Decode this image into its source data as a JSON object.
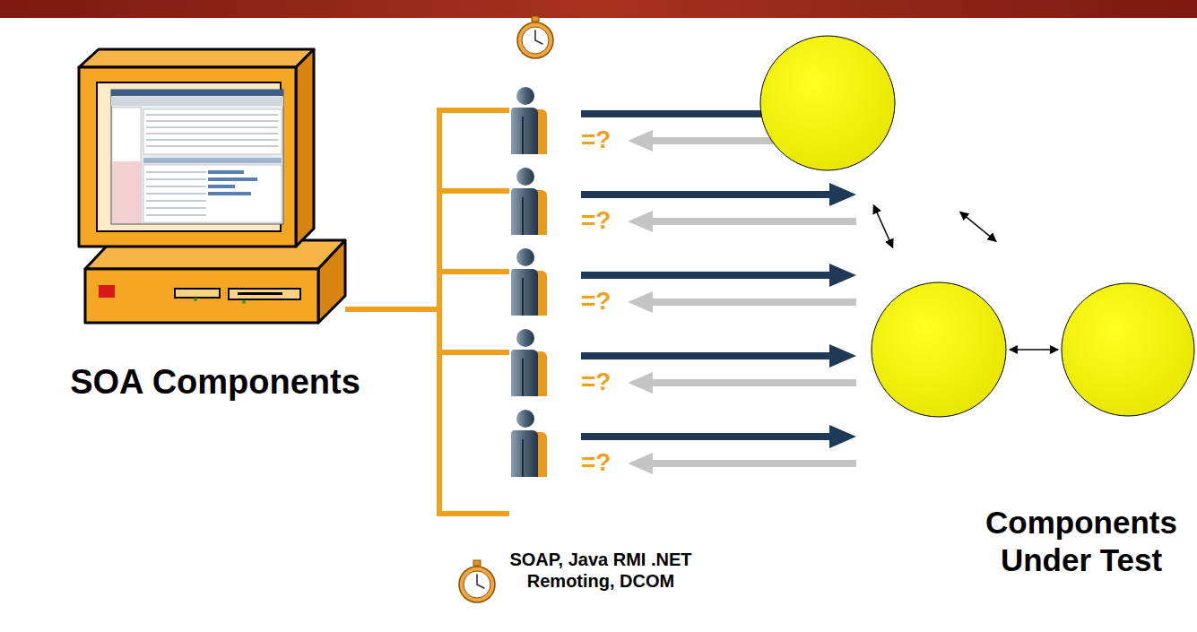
{
  "diagram": {
    "labels": [
      "SOA Components",
      "=?",
      "=?",
      "=?",
      "=?",
      "=?",
      "SOAP, Java RMI .NET Remoting, DCOM",
      "Components Under Test"
    ]
  }
}
